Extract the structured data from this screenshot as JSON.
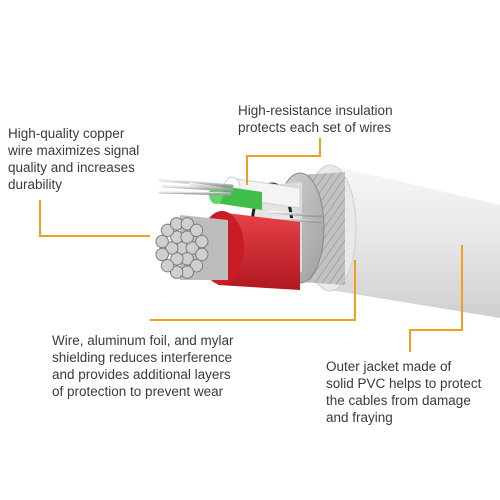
{
  "callouts": {
    "copper": {
      "lines": [
        "High-quality copper",
        "wire maximizes signal",
        "quality and increases",
        "durability"
      ]
    },
    "insulation": {
      "lines": [
        "High-resistance insulation",
        "protects each set of wires"
      ]
    },
    "shielding": {
      "lines": [
        "Wire, aluminum foil, and mylar",
        "shielding reduces interference",
        "and provides additional layers",
        "of protection to prevent wear"
      ]
    },
    "jacket": {
      "lines": [
        "Outer jacket made of",
        "solid PVC helps to protect",
        "the cables from damage",
        "and fraying"
      ]
    }
  },
  "colors": {
    "leader": "#f0a020",
    "red_insulation": "#d7262e",
    "green_insulation": "#3fbf4a",
    "jacket": "#eeeeee",
    "braid": "#b9b9b9",
    "copper_strand": "#cfcfcf"
  }
}
